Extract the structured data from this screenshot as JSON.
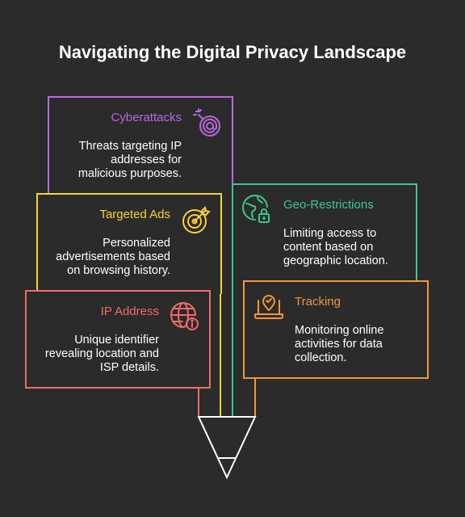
{
  "title": "Navigating the Digital Privacy Landscape",
  "colors": {
    "background": "#2b2b2b",
    "cyberattacks": "#b968e0",
    "targeted_ads": "#f5d23a",
    "ip_address": "#f26b63",
    "geo_restrictions": "#39c98b",
    "tracking": "#f2963c"
  },
  "cards": {
    "cyberattacks": {
      "title": "Cyberattacks",
      "desc": [
        "Threats targeting IP",
        "addresses for",
        "malicious purposes."
      ],
      "icon": "bomb-at-icon"
    },
    "targeted_ads": {
      "title": "Targeted Ads",
      "desc": [
        "Personalized",
        "advertisements based",
        "on browsing history."
      ],
      "icon": "target-icon"
    },
    "ip_address": {
      "title": "IP Address",
      "desc": [
        "Unique identifier",
        "revealing location and",
        "ISP details."
      ],
      "icon": "globe-info-icon"
    },
    "geo_restrictions": {
      "title": "Geo-Restrictions",
      "desc": [
        "Limiting access to",
        "content based on",
        "geographic location."
      ],
      "icon": "globe-lock-icon"
    },
    "tracking": {
      "title": "Tracking",
      "desc": [
        "Monitoring online",
        "activities for data",
        "collection."
      ],
      "icon": "laptop-location-icon"
    }
  }
}
